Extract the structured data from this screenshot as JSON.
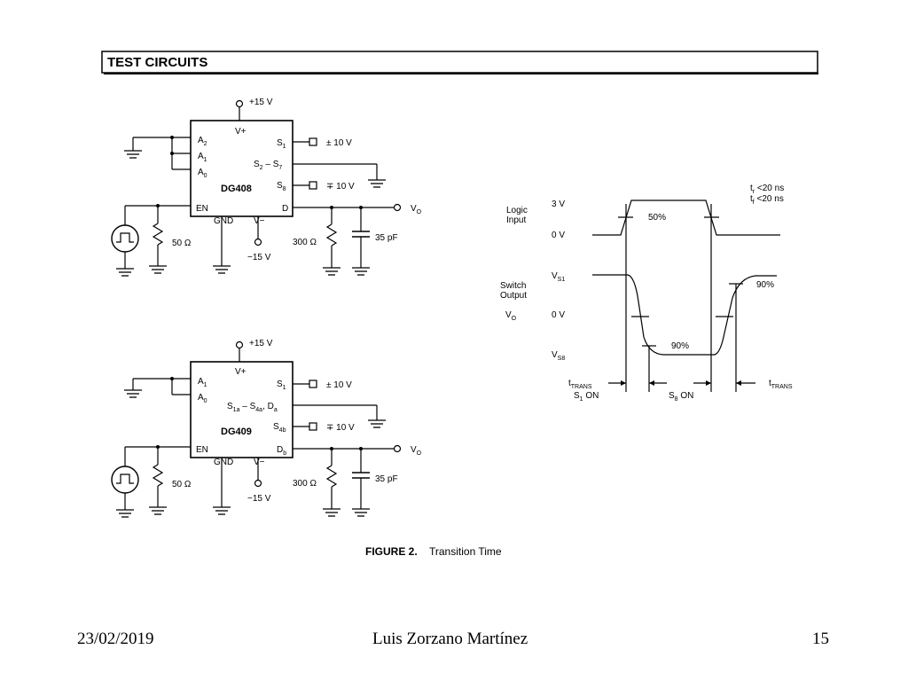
{
  "header": {
    "title": "TEST CIRCUITS"
  },
  "circuit1": {
    "chip": "DG408",
    "vplus": "V+",
    "supply_pos": "+15 V",
    "pins_left": [
      "A2",
      "A1",
      "A0"
    ],
    "en": "EN",
    "gnd": "GND",
    "vminus": "V−",
    "supply_neg": "−15 V",
    "s1": "S1",
    "s_mid": "S2 – S7",
    "s_last": "S8",
    "d": "D",
    "v_pos": "± 10 V",
    "v_neg": "∓ 10 V",
    "vo": "VO",
    "r_source": "50 Ω",
    "r_load": "300 Ω",
    "c_load": "35 pF"
  },
  "circuit2": {
    "chip": "DG409",
    "vplus": "V+",
    "supply_pos": "+15 V",
    "pins_left": [
      "A1",
      "A0"
    ],
    "en": "EN",
    "gnd": "GND",
    "vminus": "V−",
    "supply_neg": "−15 V",
    "s1": "S1",
    "s_mid": "S1a – S4a, Da",
    "s_last": "S4b",
    "d": "Db",
    "v_pos": "± 10 V",
    "v_neg": "∓ 10 V",
    "vo": "VO",
    "r_source": "50 Ω",
    "r_load": "300 Ω",
    "c_load": "35 pF"
  },
  "timing": {
    "logic_input": "Logic Input",
    "v_3": "3 V",
    "v_0": "0 V",
    "pct_50": "50%",
    "rise": "tr <20 ns",
    "fall": "tf <20 ns",
    "switch_output": "Switch Output",
    "vo": "VO",
    "vs1": "VS1",
    "vout_0": "0 V",
    "vs8": "VS8",
    "pct_90a": "90%",
    "pct_90b": "90%",
    "ttrans_left": "tTRANS",
    "ttrans_right": "tTRANS",
    "s1_on": "S1 ON",
    "s8_on": "S8 ON"
  },
  "caption": {
    "figure": "FIGURE  2.",
    "title": "Transition Time"
  },
  "footer": {
    "date": "23/02/2019",
    "author": "Luis Zorzano Martínez",
    "page": "15"
  }
}
